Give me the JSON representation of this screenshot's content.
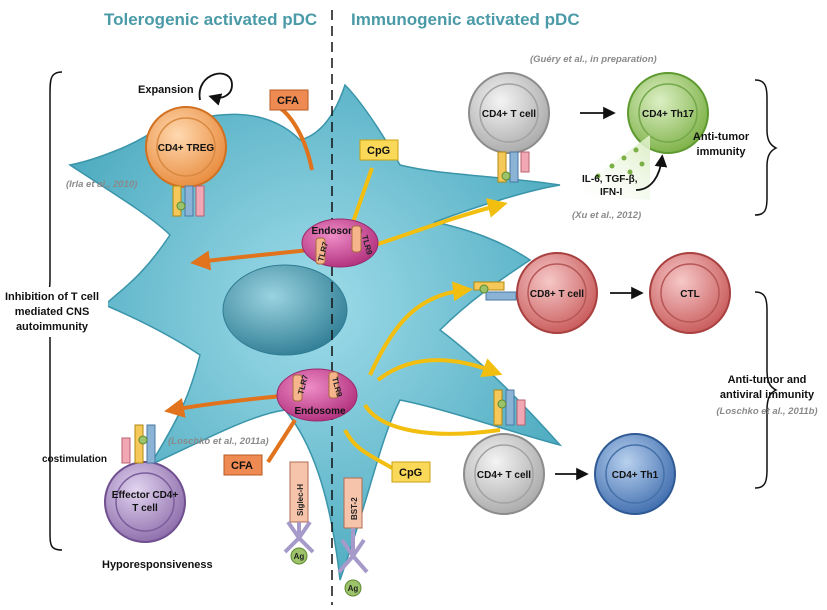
{
  "headers": {
    "left": "Tolerogenic activated pDC",
    "right": "Immunogenic activated pDC"
  },
  "citations": {
    "guery": "(Guéry et al., in preparation)",
    "irla": "(Irla et al., 2010)",
    "xu": "(Xu et al., 2012)",
    "loschko_a": "(Loschko et al., 2011a)",
    "loschko_b": "(Loschko et al., 2011b)"
  },
  "left_side": {
    "effect_lines": [
      "Inhibition of T cell",
      "mediated CNS",
      "autoimmunity"
    ],
    "expansion": "Expansion",
    "treg": "CD4+ TREG",
    "effector_lines": [
      "Effector CD4+",
      "T cell"
    ],
    "costimulation": "costimulation",
    "hyporesponsiveness": "Hyporesponsiveness"
  },
  "ligands": {
    "cfa_top": "CFA",
    "cfa_bottom": "CFA",
    "cpg_top": "CpG",
    "cpg_bottom": "CpG"
  },
  "endosomes": {
    "top_label": "Endosome",
    "bottom_label": "Endosome",
    "tlr7": "TLR7",
    "tlr9": "TLR9"
  },
  "surface_receptors": {
    "siglec": "Siglec-H",
    "bst2": "BST-2",
    "ag": "Ag"
  },
  "right_side": {
    "cd4_top": "CD4+ T cell",
    "th17": "CD4+ Th17",
    "cytokines_line1": "IL-6, TGF-β,",
    "cytokines_line2": "IFN-I",
    "cd8": "CD8+ T cell",
    "ctl": "CTL",
    "cd4_bottom": "CD4+ T cell",
    "th1": "CD4+ Th1",
    "anti_tumor": [
      "Anti-tumor",
      "immunity"
    ],
    "anti_tumor_viral": [
      "Anti-tumor and",
      "antiviral immunity"
    ]
  },
  "colors": {
    "header": "#4a9aa8",
    "pdc_body": "#5ab8cc",
    "nucleus": "#3f8fa6",
    "endosome": "#c1408c",
    "orange_arrow": "#e0731c",
    "yellow_arrow": "#f2bf10",
    "treg": "#f0a05a",
    "effector": "#9f84b9",
    "cd4_grey": "#c4c4c4",
    "th17": "#8fbf59",
    "cd8": "#d76b6b",
    "th1": "#4c7cbe"
  }
}
